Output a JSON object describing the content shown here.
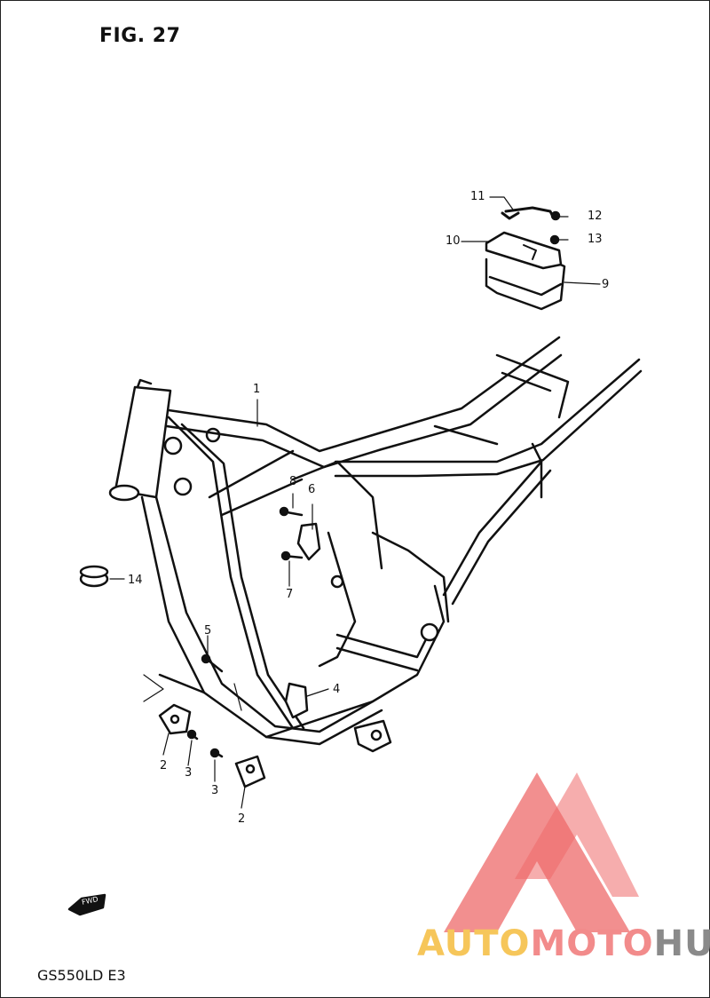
{
  "figure": {
    "title": "FIG. 27",
    "model_code": "GS550LD E3"
  },
  "fwd_label": "FWD",
  "callouts": {
    "c1": "1",
    "c2a": "2",
    "c2b": "2",
    "c3a": "3",
    "c3b": "3",
    "c4": "4",
    "c5": "5",
    "c6": "6",
    "c7": "7",
    "c8": "8",
    "c9": "9",
    "c10": "10",
    "c11": "11",
    "c12": "12",
    "c13": "13",
    "c14": "14"
  },
  "watermark": {
    "word_auto": "AUTO",
    "word_moto": "MOTO",
    "word_hub": "HUB",
    "colors": {
      "auto": "#f6c65a",
      "moto": "#f28b8b",
      "hub": "#8a8a8a",
      "logo": "#ee6a6a"
    }
  }
}
